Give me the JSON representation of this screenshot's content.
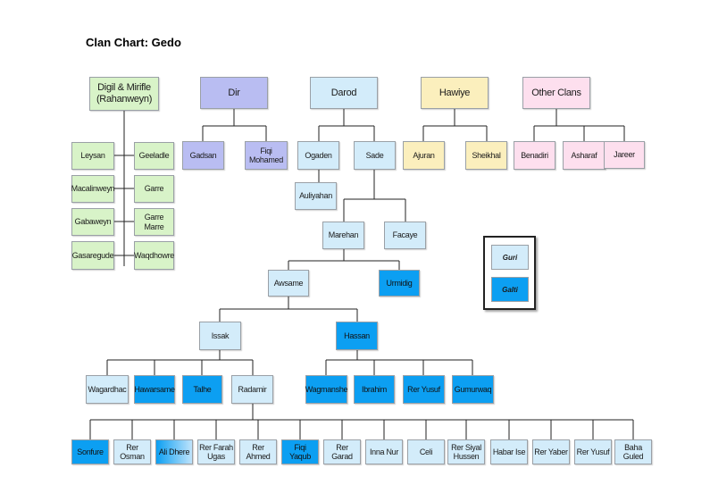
{
  "title": "Clan Chart: Gedo",
  "colors": {
    "line": "#222222",
    "green": "#d8f3c8",
    "purple": "#b9bdf2",
    "light_blue": "#d3ecfa",
    "yellow": "#fbefbd",
    "pink": "#fddfee",
    "dark_blue": "#0c9ff2"
  },
  "legend": {
    "guri": "Guri",
    "galti": "Galti"
  },
  "nodes": {
    "digil": "Digil & Mirifle\n(Rahanweyn)",
    "dir": "Dir",
    "darod": "Darod",
    "hawiye": "Hawiye",
    "other": "Other Clans",
    "leysan": "Leysan",
    "geeladle": "Geeladle",
    "macalinweyn": "Macalinweyn",
    "garre": "Garre",
    "gabaweyn": "Gabaweyn",
    "garre_marre": "Garre Marre",
    "gasaregude": "Gasaregude",
    "waqdhowre": "Waqdhowre",
    "gadsan": "Gadsan",
    "fiqi_mohamed": "Fiqi\nMohamed",
    "ogaden": "Ogaden",
    "sade": "Sade",
    "auliyahan": "Auliyahan",
    "ajuran": "Ajuran",
    "sheikhal": "Sheikhal",
    "benadiri": "Benadiri",
    "asharaf": "Asharaf",
    "jareer": "Jareer",
    "marehan": "Marehan",
    "facaye": "Facaye",
    "awsame": "Awsame",
    "urmidig": "Urmidig",
    "issak": "Issak",
    "hassan": "Hassan",
    "wagardhac": "Wagardhac",
    "hawarsame": "Hawarsame",
    "talhe": "Talhe",
    "radamir": "Radamir",
    "wagmanshe": "Wagmanshe",
    "ibrahim": "Ibrahim",
    "rer_yusuf_1": "Rer Yusuf",
    "gumurwaq": "Gumurwaq",
    "sonfure": "Sonfure",
    "rer_osman": "Rer\nOsman",
    "ali_dhere": "Ali Dhere",
    "rer_farah_ugas": "Rer Farah\nUgas",
    "rer_ahmed": "Rer Ahmed",
    "fiqi_yaqub": "Fiqi Yaqub",
    "rer_garad": "Rer Garad",
    "inna_nur": "Inna Nur",
    "celi": "Celi",
    "rer_siyal_hussen": "Rer Siyal\nHussen",
    "habar_ise": "Habar Ise",
    "rer_yaber": "Rer Yaber",
    "rer_yusuf_2": "Rer Yusuf",
    "baha_guled": "Baha\nGuled"
  }
}
